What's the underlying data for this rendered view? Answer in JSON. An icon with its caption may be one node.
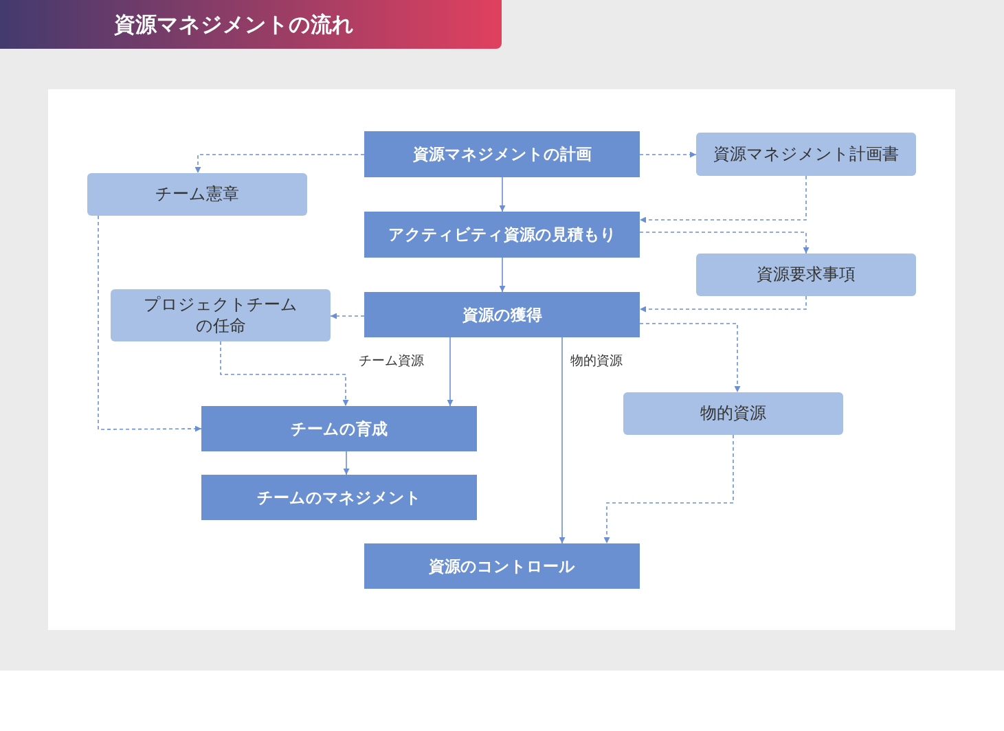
{
  "diagram": {
    "title": "資源マネジメントの流れ",
    "nodes": [
      {
        "text": [
          "資源マネジメントの計画"
        ]
      },
      {
        "text": [
          "資源マネジメント計画書"
        ]
      },
      {
        "text": [
          "チーム憲章"
        ]
      },
      {
        "text": [
          "アクティビティ資源の見積もり"
        ]
      },
      {
        "text": [
          "資源要求事項"
        ]
      },
      {
        "text": [
          "プロジェクトチームの任命"
        ]
      },
      {
        "text": [
          "資源の獲得"
        ]
      },
      {
        "text": [
          "物的資源"
        ]
      },
      {
        "text": [
          "チームの育成"
        ]
      },
      {
        "text": [
          "チームのマネジメント"
        ]
      },
      {
        "text": [
          "資源のコントロール"
        ]
      }
    ],
    "edges": [
      {
        "from": 0,
        "to": 2,
        "arrow": "to",
        "style": "dashed"
      },
      {
        "from": 0,
        "to": 1,
        "arrow": "to",
        "style": "dashed"
      },
      {
        "from": 0,
        "to": 3,
        "arrow": "to"
      },
      {
        "from": 1,
        "to": 3,
        "arrow": "to",
        "style": "dashed"
      },
      {
        "from": 3,
        "to": 4,
        "arrow": "to",
        "style": "dashed"
      },
      {
        "from": 3,
        "to": 6,
        "arrow": "to"
      },
      {
        "from": 4,
        "to": 6,
        "arrow": "to",
        "style": "dashed"
      },
      {
        "from": 6,
        "to": 5,
        "arrow": "to",
        "style": "dashed"
      },
      {
        "from": 6,
        "to": 8,
        "arrow": "to",
        "label": "チーム資源"
      },
      {
        "from": 6,
        "to": 10,
        "arrow": "to",
        "label": "物的資源"
      },
      {
        "from": 6,
        "to": 7,
        "arrow": "to",
        "style": "dashed"
      },
      {
        "from": 5,
        "to": 8,
        "arrow": "to",
        "style": "dashed"
      },
      {
        "from": 2,
        "to": 8,
        "arrow": "to",
        "style": "dashed"
      },
      {
        "from": 8,
        "to": 9,
        "arrow": "to"
      },
      {
        "from": 7,
        "to": 10,
        "arrow": "to",
        "style": "dashed"
      }
    ]
  }
}
